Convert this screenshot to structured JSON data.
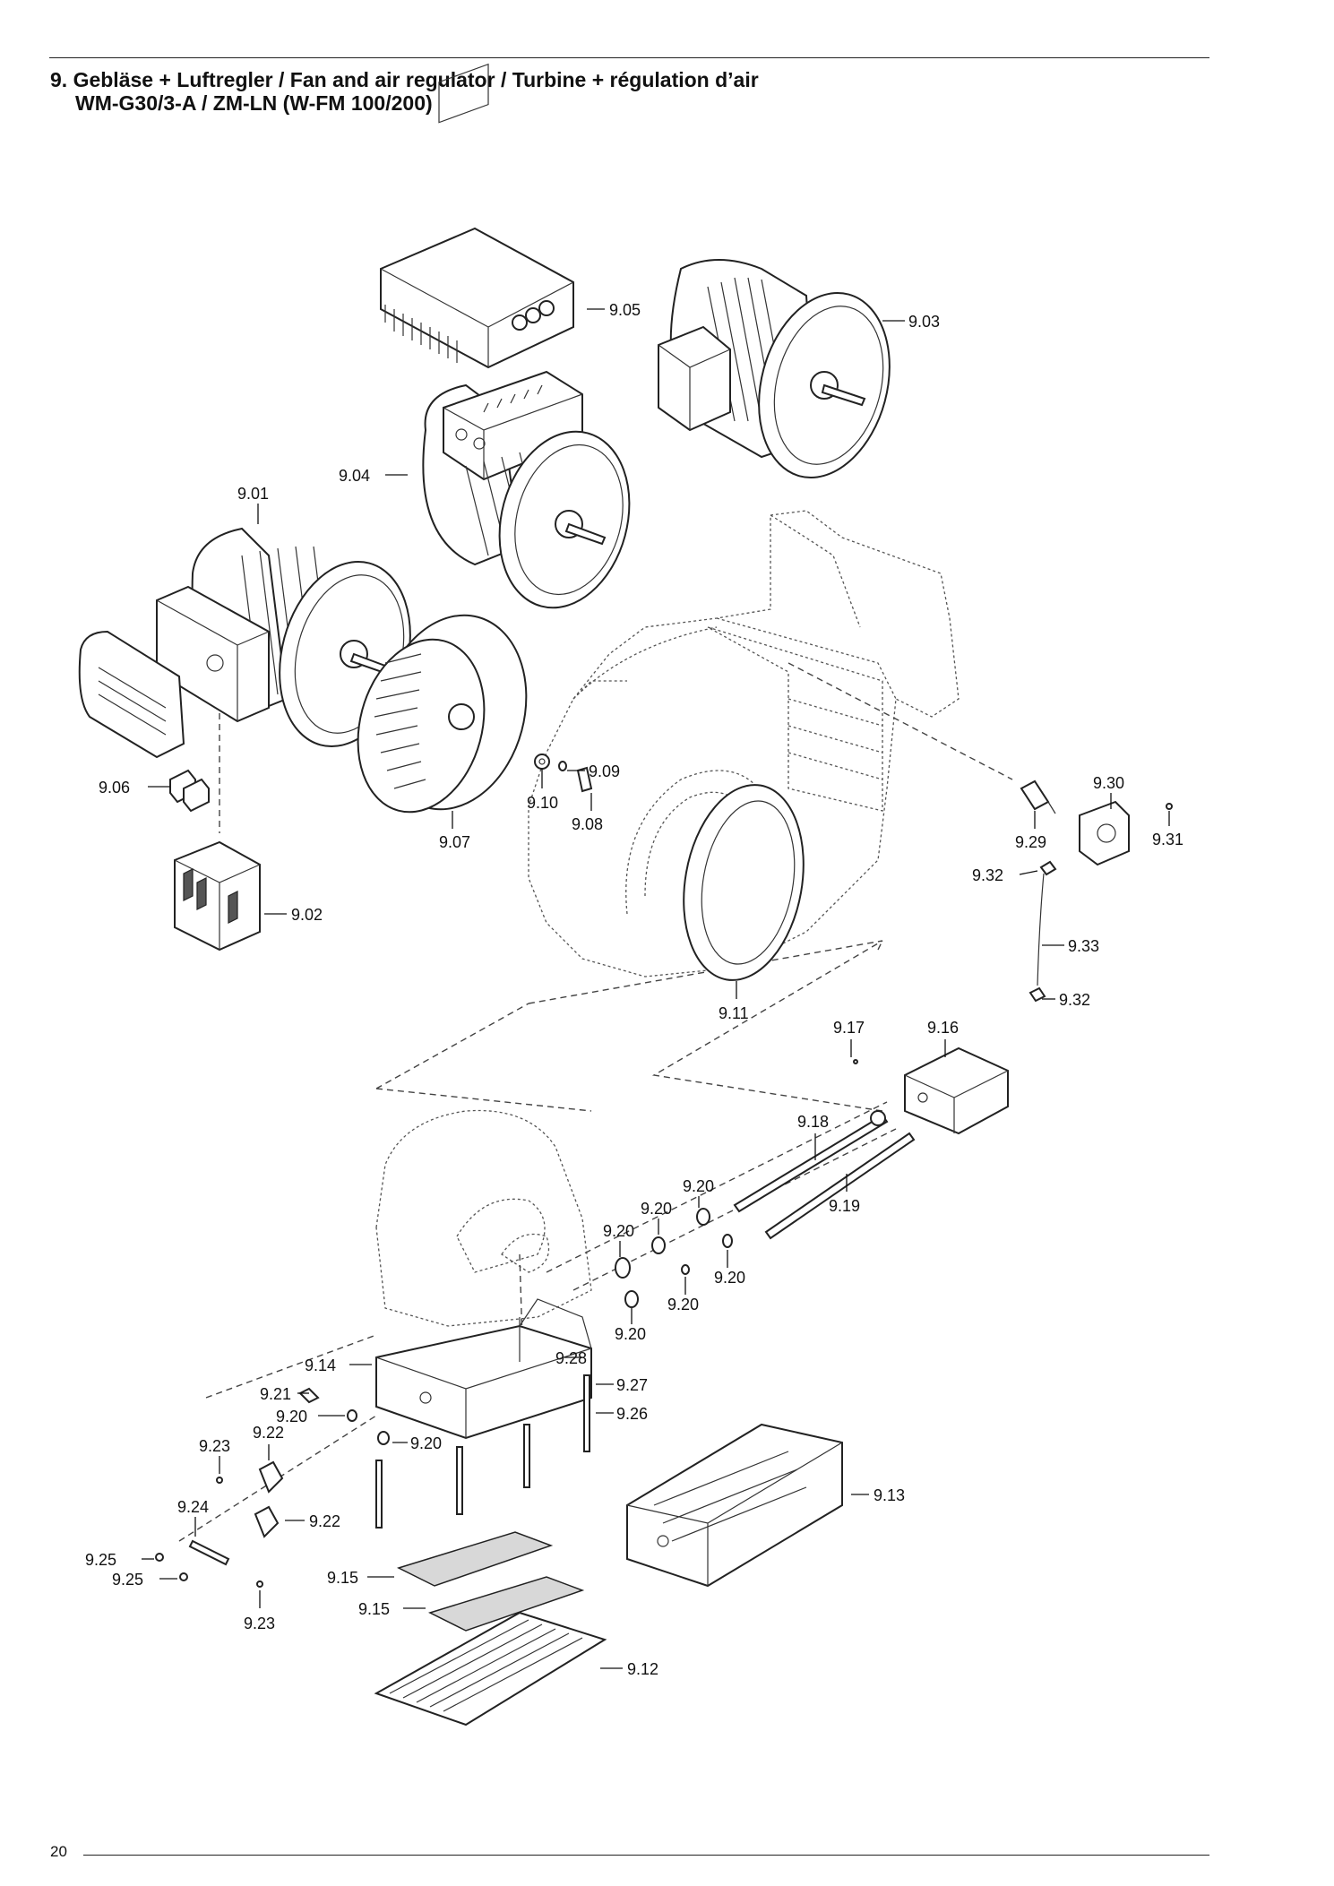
{
  "header": {
    "title_line_1": "9. Gebläse + Luftregler / Fan and air regulator / Turbine + régulation d’air",
    "title_line_2": "WM-G30/3-A / ZM-LN (W-FM 100/200)"
  },
  "footer": {
    "page_number": "20"
  },
  "callouts": {
    "c_9_01": "9.01",
    "c_9_02": "9.02",
    "c_9_03": "9.03",
    "c_9_04": "9.04",
    "c_9_05": "9.05",
    "c_9_06": "9.06",
    "c_9_07": "9.07",
    "c_9_08": "9.08",
    "c_9_09": "9.09",
    "c_9_10": "9.10",
    "c_9_11": "9.11",
    "c_9_12": "9.12",
    "c_9_13": "9.13",
    "c_9_14": "9.14",
    "c_9_15a": "9.15",
    "c_9_15b": "9.15",
    "c_9_16": "9.16",
    "c_9_17": "9.17",
    "c_9_18": "9.18",
    "c_9_19": "9.19",
    "c_9_20a": "9.20",
    "c_9_20b": "9.20",
    "c_9_20c": "9.20",
    "c_9_20d": "9.20",
    "c_9_20e": "9.20",
    "c_9_20f": "9.20",
    "c_9_20g": "9.20",
    "c_9_20h": "9.20",
    "c_9_21": "9.21",
    "c_9_22a": "9.22",
    "c_9_22b": "9.22",
    "c_9_23a": "9.23",
    "c_9_23b": "9.23",
    "c_9_24": "9.24",
    "c_9_25a": "9.25",
    "c_9_25b": "9.25",
    "c_9_26": "9.26",
    "c_9_27": "9.27",
    "c_9_28": "9.28",
    "c_9_29": "9.29",
    "c_9_30": "9.30",
    "c_9_31": "9.31",
    "c_9_32a": "9.32",
    "c_9_32b": "9.32",
    "c_9_33": "9.33"
  }
}
